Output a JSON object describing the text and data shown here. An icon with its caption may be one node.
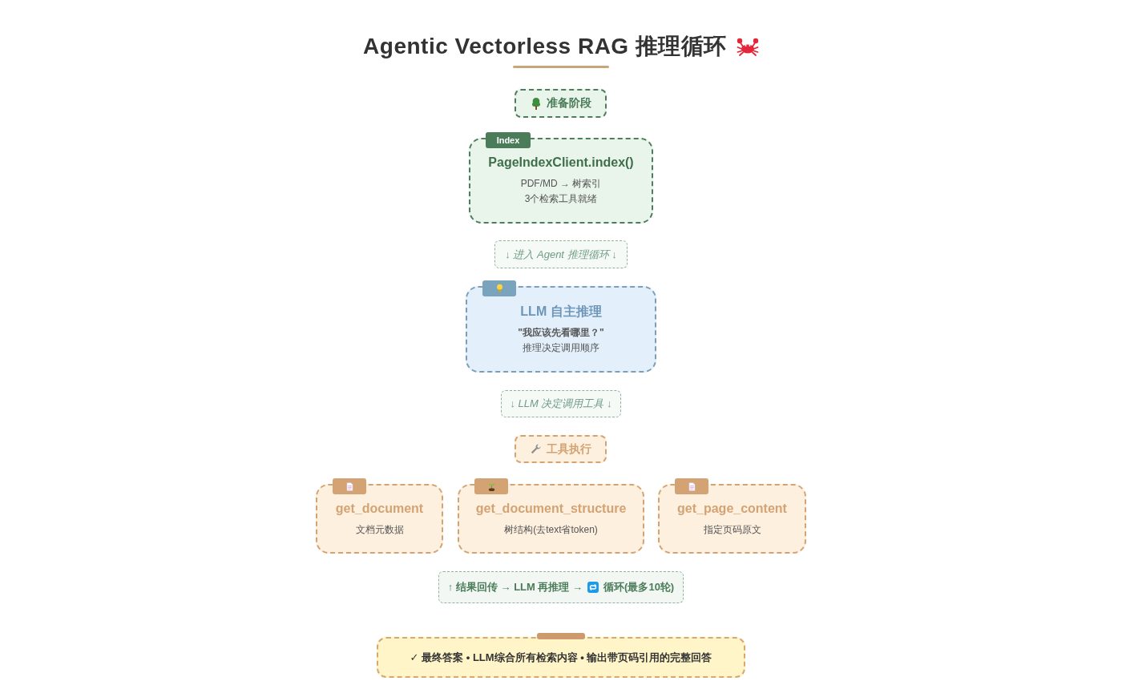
{
  "diagram": {
    "title": "Agentic Vectorless RAG 推理循环",
    "nodes": [
      {
        "text": [
          "准备阶段"
        ]
      },
      {
        "text": [
          "Index",
          "PageIndexClient.index()",
          "PDF/MD → 树索引",
          "3个检索工具就绪"
        ]
      },
      {
        "text": [
          "↓ 进入 Agent 推理循环 ↓"
        ]
      },
      {
        "text": [
          "LLM 自主推理",
          "\"我应该先看哪里？\"",
          "推理决定调用顺序"
        ]
      },
      {
        "text": [
          "↓ LLM 决定调用工具 ↓"
        ]
      },
      {
        "text": [
          "工具执行"
        ]
      },
      {
        "text": [
          "get_document",
          "文档元数据"
        ]
      },
      {
        "text": [
          "get_document_structure",
          "树结构(去text省token)"
        ]
      },
      {
        "text": [
          "get_page_content",
          "指定页码原文"
        ]
      },
      {
        "text": [
          "↑ 结果回传 → LLM 再推理 →",
          "循环(最多10轮)"
        ]
      },
      {
        "text": [
          "✓ 最终答案 • LLM综合所有检索内容 • 输出带页码引用的完整回答"
        ]
      }
    ]
  }
}
